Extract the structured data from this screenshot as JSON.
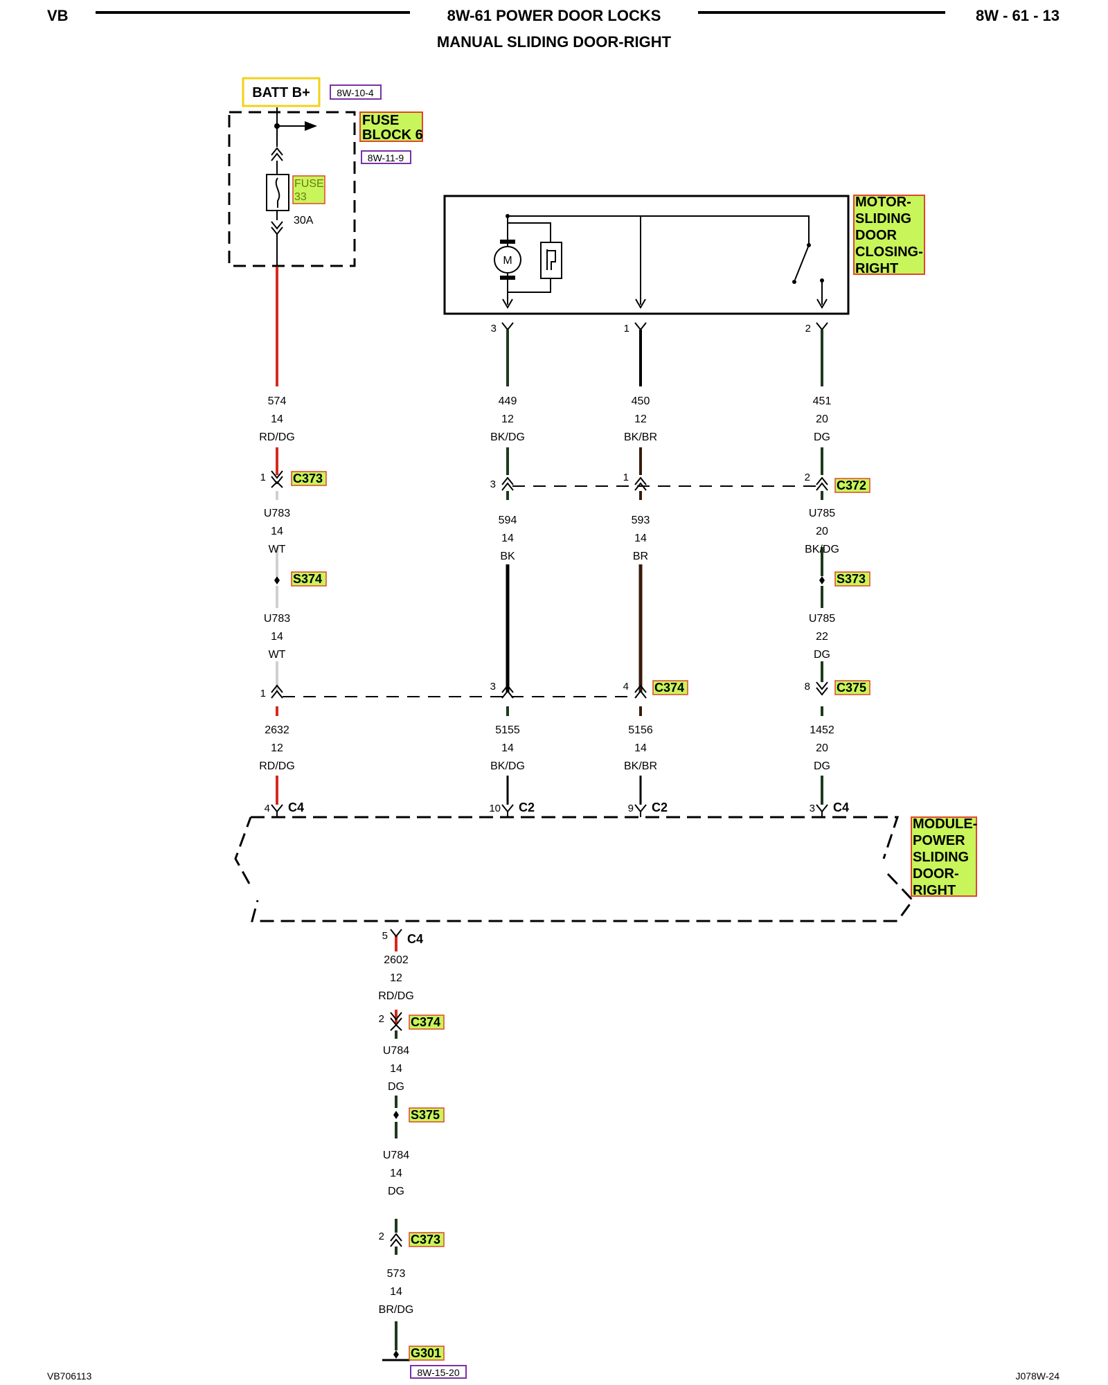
{
  "header": {
    "left": "VB",
    "title": "8W-61 POWER DOOR LOCKS",
    "subtitle": "MANUAL SLIDING DOOR-RIGHT",
    "right": "8W - 61 - 13"
  },
  "components": {
    "batt": "BATT B+",
    "batt_ref": "8W-10-4",
    "fuse_block_line1": "FUSE",
    "fuse_block_line2": "BLOCK 6",
    "fuse_block_ref": "8W-11-9",
    "fuse_line1": "FUSE",
    "fuse_line2": "33",
    "fuse_rating": "30A",
    "motor_line1": "MOTOR-",
    "motor_line2": "SLIDING",
    "motor_line3": "DOOR",
    "motor_line4": "CLOSING-",
    "motor_line5": "RIGHT",
    "motor_symbol": "M",
    "module_line1": "MODULE-",
    "module_line2": "POWER",
    "module_line3": "SLIDING",
    "module_line4": "DOOR-",
    "module_line5": "RIGHT",
    "ground": "G301",
    "ground_ref": "8W-15-20"
  },
  "motor_pins": {
    "a": "3",
    "b": "1",
    "c": "2"
  },
  "wires": {
    "w574": {
      "circuit": "574",
      "gauge": "14",
      "color": "RD/DG"
    },
    "w449": {
      "circuit": "449",
      "gauge": "12",
      "color": "BK/DG"
    },
    "w450": {
      "circuit": "450",
      "gauge": "12",
      "color": "BK/BR"
    },
    "w451": {
      "circuit": "451",
      "gauge": "20",
      "color": "DG"
    },
    "wU783a": {
      "circuit": "U783",
      "gauge": "14",
      "color": "WT"
    },
    "w594": {
      "circuit": "594",
      "gauge": "14",
      "color": "BK"
    },
    "w593": {
      "circuit": "593",
      "gauge": "14",
      "color": "BR"
    },
    "wU785a": {
      "circuit": "U785",
      "gauge": "20",
      "color": "BK/DG"
    },
    "wU783b": {
      "circuit": "U783",
      "gauge": "14",
      "color": "WT"
    },
    "wU785b": {
      "circuit": "U785",
      "gauge": "22",
      "color": "DG"
    },
    "w2632": {
      "circuit": "2632",
      "gauge": "12",
      "color": "RD/DG"
    },
    "w5155": {
      "circuit": "5155",
      "gauge": "14",
      "color": "BK/DG"
    },
    "w5156": {
      "circuit": "5156",
      "gauge": "14",
      "color": "BK/BR"
    },
    "w1452": {
      "circuit": "1452",
      "gauge": "20",
      "color": "DG"
    },
    "w2602": {
      "circuit": "2602",
      "gauge": "12",
      "color": "RD/DG"
    },
    "wU784a": {
      "circuit": "U784",
      "gauge": "14",
      "color": "DG"
    },
    "wU784b": {
      "circuit": "U784",
      "gauge": "14",
      "color": "DG"
    },
    "w573": {
      "circuit": "573",
      "gauge": "14",
      "color": "BR/DG"
    }
  },
  "connectors": {
    "c373a": {
      "name": "C373",
      "pin": "1"
    },
    "c372_p3": "3",
    "c372_p1": "1",
    "c372": {
      "name": "C372",
      "pin": "2"
    },
    "s374": "S374",
    "s373": "S373",
    "c374_p1": "1",
    "c374_p3": "3",
    "c374a": {
      "name": "C374",
      "pin": "4"
    },
    "c375": {
      "name": "C375",
      "pin": "8"
    },
    "m1": {
      "name": "C4",
      "pin": "4"
    },
    "m2": {
      "name": "C2",
      "pin": "10"
    },
    "m3": {
      "name": "C2",
      "pin": "9"
    },
    "m4": {
      "name": "C4",
      "pin": "3"
    },
    "m5": {
      "name": "C4",
      "pin": "5"
    },
    "c374b": {
      "name": "C374",
      "pin": "2"
    },
    "s375": "S375",
    "c373b": {
      "name": "C373",
      "pin": "2"
    }
  },
  "footer": {
    "left": "VB706113",
    "right": "J078W-24"
  },
  "colors": {
    "red": "#d42a1e",
    "dark_green": "#1d3a1d",
    "black": "#000000",
    "brown": "#3a1a0a",
    "white_wire": "#cfcfcf",
    "highlight": "#c8f55a",
    "highlight_border": "#e0452b",
    "batt_border": "#f2d21a",
    "ref_border": "#7a2fa8"
  }
}
